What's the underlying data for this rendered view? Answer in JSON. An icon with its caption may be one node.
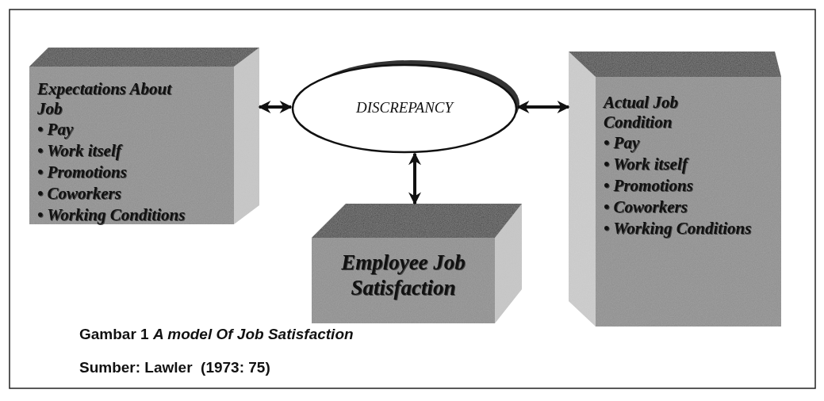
{
  "diagram": {
    "caption": "Gambar 1 *A  model Of Job Satisfaction*",
    "nodes": [
      {
        "text": [
          "Expectations About Job",
          "• Pay",
          "• Work itself",
          "• Promotions",
          "• Coworkers",
          "• Working Conditions"
        ]
      },
      {
        "text": [
          "DISCREPANCY"
        ]
      },
      {
        "text": [
          "Actual Job Condition",
          "• Pay",
          "• Work itself",
          "• Promotions",
          "• Coworkers",
          "• Working Conditions"
        ]
      },
      {
        "text": [
          "Employee Job Satisfaction"
        ]
      }
    ],
    "edges": [
      {
        "from": 0,
        "to": 1,
        "arrow": "both"
      },
      {
        "from": 1,
        "to": 2,
        "arrow": "both"
      },
      {
        "from": 1,
        "to": 3,
        "arrow": "both"
      }
    ],
    "labels": [
      "Sumber: Lawler  (1973: 75)"
    ]
  }
}
